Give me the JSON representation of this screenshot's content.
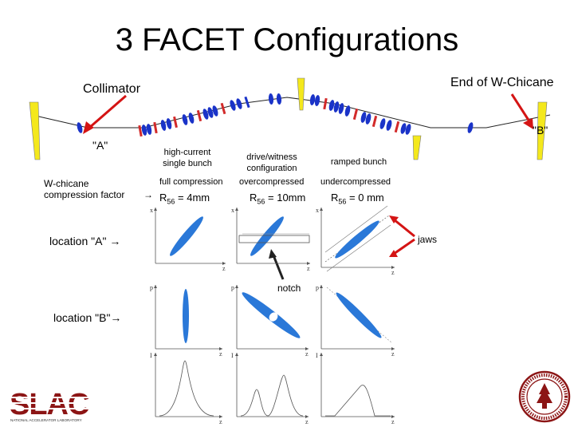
{
  "title": "3 FACET Configurations",
  "beamline": {
    "collimator_label": "Collimator",
    "end_label": "End of W-Chicane",
    "point_a_label": "\"A\"",
    "point_b_label": "\"B\""
  },
  "row_labels": {
    "compression_line1": "W-chicane",
    "compression_line2": "compression factor",
    "location_a": "location \"A\"",
    "location_b": "location \"B\""
  },
  "columns": [
    {
      "header_lines": [
        "high-current",
        "single bunch"
      ],
      "compression": "full compression",
      "r56_prefix": "R",
      "r56_sub": "56",
      "r56_value": " = 4mm"
    },
    {
      "header_lines": [
        "drive/witness",
        "configuration"
      ],
      "compression": "overcompressed",
      "r56_prefix": "R",
      "r56_sub": "56",
      "r56_value": " = 10mm"
    },
    {
      "header_lines": [
        "ramped bunch"
      ],
      "compression": "undercompressed",
      "r56_prefix": "R",
      "r56_sub": "56",
      "r56_value": " = 0 mm"
    }
  ],
  "annotations": {
    "jaws": "jaws",
    "notch": "notch"
  },
  "axis_labels": {
    "x": "x",
    "z": "z",
    "p": "p",
    "i": "I"
  },
  "logo": {
    "text": "SLAC",
    "subtitle": "NATIONAL ACCELERATOR LABORATORY"
  },
  "colors": {
    "beam_blue": "#2a78d8",
    "magnet_blue": "#1a33c8",
    "magnet_red": "#d22a2a",
    "collimator_yellow": "#f4e81c",
    "arrow_red": "#d41414",
    "slac_red": "#8c1515"
  }
}
